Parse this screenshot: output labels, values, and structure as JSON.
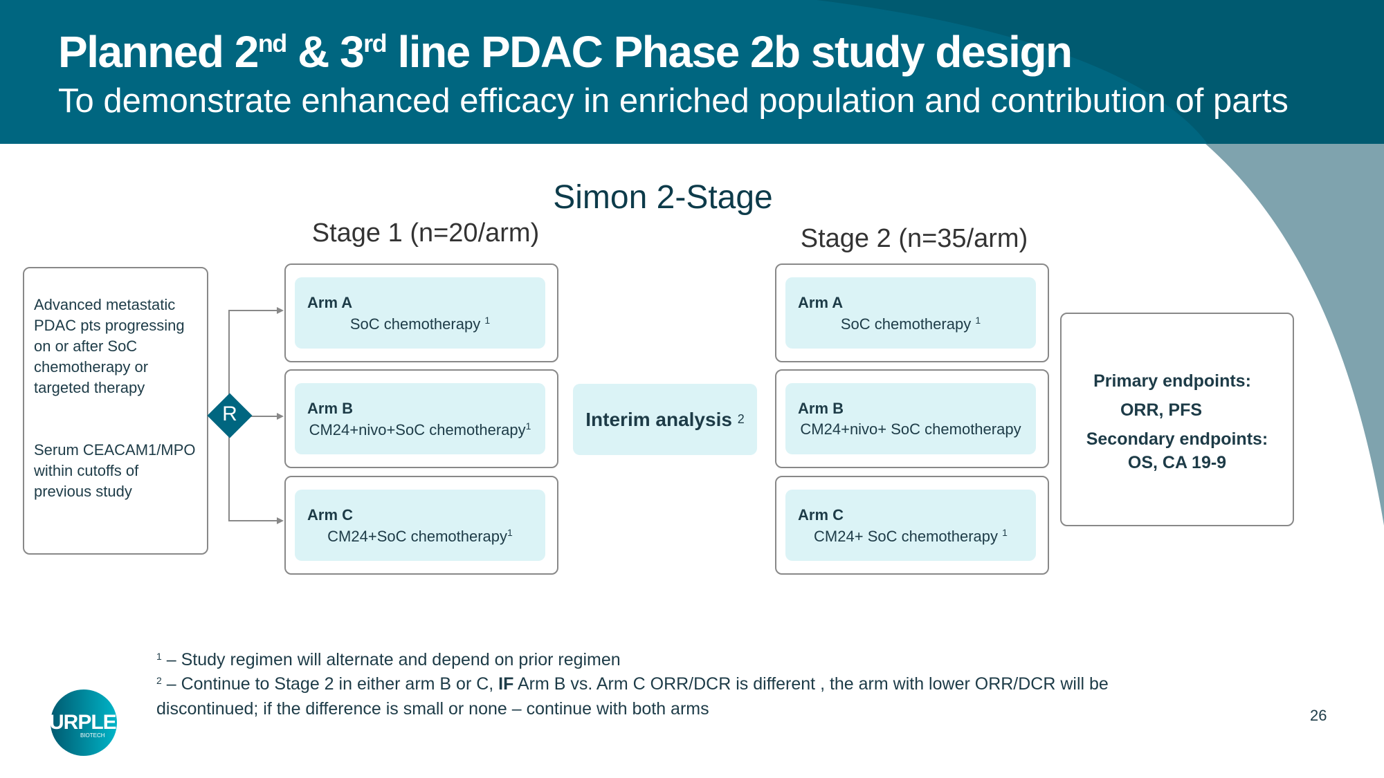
{
  "header": {
    "title_parts": [
      "Planned 2",
      "nd",
      "& 3",
      "rd",
      "line PDAC Phase 2b study design"
    ],
    "subtitle": "To demonstrate enhanced efficacy in enriched population and contribution of parts"
  },
  "diagram": {
    "design": "Simon 2-Stage",
    "stage1": "Stage 1 (n=20/arm)",
    "stage2": "Stage 2 (n=35/arm)",
    "population": {
      "criteria1": "Advanced metastatic PDAC pts progressing on or after SoC chemotherapy or targeted therapy",
      "criteria2": "Serum CEACAM1/MPO within cutoffs of previous study"
    },
    "randomization": "R",
    "stage1_arms": [
      {
        "name": "Arm A",
        "regimen": "SoC chemotherapy",
        "note": "1"
      },
      {
        "name": "Arm B",
        "regimen": "CM24+nivo+SoC chemotherapy",
        "note": "1"
      },
      {
        "name": "Arm C",
        "regimen": "CM24+SoC chemotherapy",
        "note": "1"
      }
    ],
    "stage2_arms": [
      {
        "name": "Arm A",
        "regimen": "SoC chemotherapy",
        "note": "1"
      },
      {
        "name": "Arm B",
        "regimen": "CM24+nivo+ SoC chemotherapy",
        "note": ""
      },
      {
        "name": "Arm C",
        "regimen": "CM24+ SoC chemotherapy",
        "note": "1"
      }
    ],
    "interim": "Interim analysis",
    "interim_note": "2",
    "endpoints": {
      "primary_label": "Primary endpoints:",
      "primary": "ORR, PFS",
      "secondary_label": "Secondary endpoints:",
      "secondary": "OS, CA 19-9"
    }
  },
  "footnotes": {
    "n1": "1",
    "f1": "Study regimen will alternate and depend on prior regimen",
    "n2": "2",
    "f2a": "Continue to Stage 2 in either arm B or C, ",
    "f2b": "IF",
    "f2c": " Arm B vs. Arm C ORR/DCR is different , the arm with lower ORR/DCR will be",
    "f2d": "discontinued; if the difference is small or none – continue with both arms"
  },
  "page_number": "26",
  "logo": {
    "text": "PURPLE",
    "sub": "BIOTECH"
  },
  "colors": {
    "header": "#006680",
    "accent_light": "#dbf3f6",
    "deco": "#7fa3ae"
  }
}
